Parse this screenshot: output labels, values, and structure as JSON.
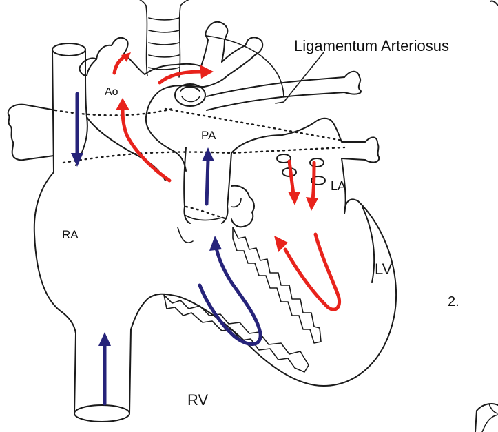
{
  "labels": {
    "ligamentum": "Ligamentum Arteriosus",
    "ao": "Ao",
    "pa": "PA",
    "ra": "RA",
    "la": "LA",
    "lv": "LV",
    "rv": "RV",
    "panel_number": "2."
  },
  "colors": {
    "oxygenated_flow": "#e8231c",
    "deoxygenated_flow": "#26237a",
    "outline": "#1a1a1a"
  }
}
